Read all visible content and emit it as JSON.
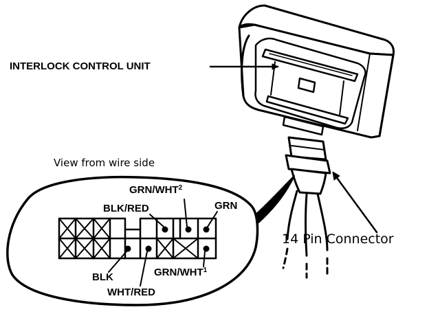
{
  "labels": {
    "unit": "INTERLOCK CONTROL UNIT",
    "view": "View from wire side",
    "connector": "14 Pin Connector",
    "wires": {
      "grn_wht2": "GRN/WHT",
      "grn_wht2_sup": "2",
      "grn": "GRN",
      "blk_red": "BLK/RED",
      "blk": "BLK",
      "wht_red": "WHT/RED",
      "grn_wht1": "GRN/WHT",
      "grn_wht1_sup": "1"
    }
  },
  "colors": {
    "ink": "#000000",
    "paper": "#ffffff"
  }
}
